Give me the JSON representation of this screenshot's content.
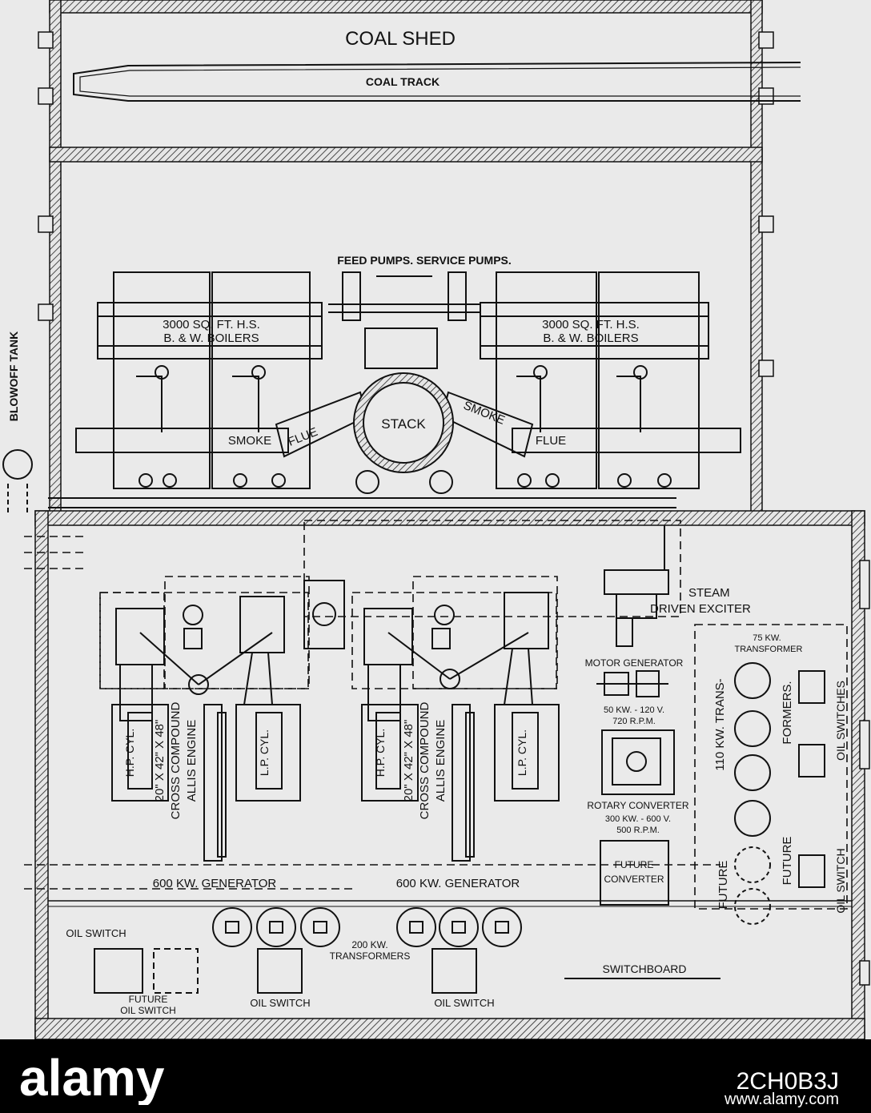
{
  "labels": {
    "coal_shed": "COAL SHED",
    "coal_track": "COAL TRACK",
    "pumps": "FEED PUMPS.   SERVICE PUMPS.",
    "boiler_left_1": "3000 SQ. FT. H.S.",
    "boiler_left_2": "B. & W. BOILERS",
    "boiler_right_1": "3000 SQ. FT. H.S.",
    "boiler_right_2": "B. & W. BOILERS",
    "stack": "STACK",
    "smoke_left": "SMOKE",
    "flue_left": "FLUE",
    "smoke_right": "SMOKE",
    "flue_right": "FLUE",
    "blowoff": "BLOWOFF TANK",
    "steam_exciter_1": "STEAM",
    "steam_exciter_2": "DRIVEN EXCITER",
    "motor_generator": "MOTOR GENERATOR",
    "mg_spec_1": "50 KW. - 120 V.",
    "mg_spec_2": "720 R.P.M.",
    "rotary_converter": "ROTARY CONVERTER",
    "rc_spec_1": "300 KW. - 600 V.",
    "rc_spec_2": "500 R.P.M.",
    "future_converter_1": "FUTURE",
    "future_converter_2": "CONVERTER",
    "transformer_75_1": "75 KW.",
    "transformer_75_2": "TRANSFORMER",
    "transformers_110": "110 KW. TRANS-",
    "formers": "FORMERS.",
    "future_left": "FUTURE",
    "future_right": "FUTURE",
    "oil_switches": "OIL SWITCHES",
    "oil_switch_vertical": "OIL SWITCH",
    "engine_left_size": "20\" X 42\" X 48\"",
    "engine_left_type": "CROSS COMPOUND",
    "engine_left_make": "ALLIS ENGINE",
    "engine_right_size": "20\" X 42\" X 48\"",
    "engine_right_type": "CROSS COMPOUND",
    "engine_right_make": "ALLIS ENGINE",
    "hp_cyl": "H.P. CYL.",
    "lp_cyl": "L.P. CYL.",
    "generator_left": "600 KW. GENERATOR",
    "generator_right": "600 KW. GENERATOR",
    "oil_switch_top": "OIL SWITCH",
    "future_oil_1": "FUTURE",
    "future_oil_2": "OIL SWITCH",
    "oil_switch_mid": "OIL SWITCH",
    "oil_switch_right": "OIL SWITCH",
    "transformers_200_1": "200 KW.",
    "transformers_200_2": "TRANSFORMERS",
    "switchboard": "SWITCHBOARD"
  },
  "watermark": {
    "brand": "alamy",
    "image_id": "2CH0B3J",
    "url": "www.alamy.com"
  }
}
